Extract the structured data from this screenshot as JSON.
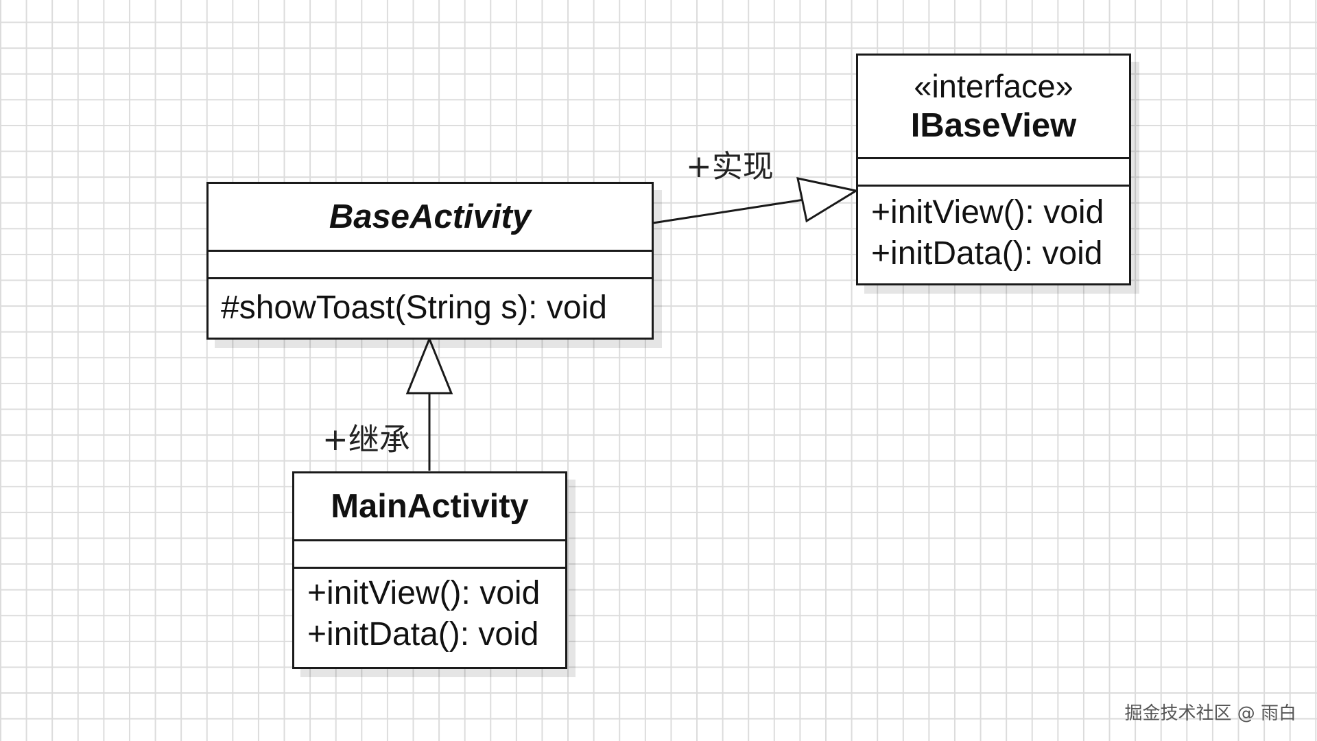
{
  "diagram": {
    "classes": {
      "base_activity": {
        "name": "BaseActivity",
        "attributes": [],
        "operations": [
          "#showToast(String s): void"
        ]
      },
      "ibaseview": {
        "stereotype": "«interface»",
        "name": "IBaseView",
        "attributes": [],
        "operations": [
          "+initView(): void",
          "+initData(): void"
        ]
      },
      "main_activity": {
        "name": "MainActivity",
        "attributes": [],
        "operations": [
          "+initView(): void",
          "+initData(): void"
        ]
      }
    },
    "relations": {
      "realization": {
        "label": "+实现",
        "from": "BaseActivity",
        "to": "IBaseView"
      },
      "inheritance": {
        "label": "+继承",
        "from": "MainActivity",
        "to": "BaseActivity"
      }
    }
  },
  "watermark": "掘金技术社区 @ 雨白"
}
